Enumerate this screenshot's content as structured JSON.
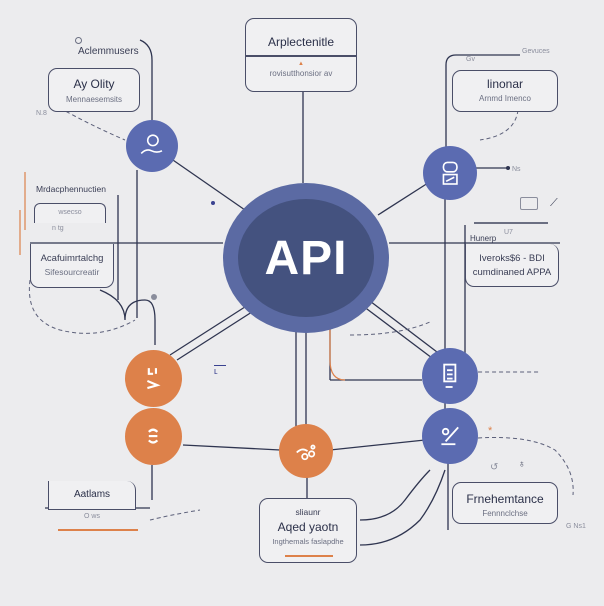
{
  "diagram": {
    "center": {
      "label": "API"
    },
    "colors": {
      "primary": "#5b6bb1",
      "center_outer": "#5b6aa3",
      "center_inner": "#44527f",
      "accent": "#dd814a",
      "background": "#ececee",
      "line": "#2f3550"
    },
    "top_box": {
      "title": "Arplectenitle",
      "subtitle": "rovisutthonsior av",
      "marker": "▲"
    },
    "top_left": {
      "heading": "Aclemmusers",
      "box_title": "Ay Olity",
      "box_subtitle": "Mennaesemsits",
      "note": "N.8"
    },
    "left_middle": {
      "heading": "Mrdacphennuctien",
      "tab_label": "wsecso",
      "tab_sub": "n tg",
      "box_title": "Acafuimrtalchg",
      "box_subtitle": "Sifesourcreatir"
    },
    "top_right": {
      "tag": "Gevuces",
      "tag_sub": "Gv",
      "box_title": "linonar",
      "box_subtitle": "Arnmd Imenco",
      "note": "Ns"
    },
    "right_middle": {
      "heading": "Hunerp",
      "num": "U7",
      "box_line1": "Iveroks$6 - BDI",
      "box_line2": "cumdinaned APPA"
    },
    "bottom_center": {
      "eyebrow": "sliaunr",
      "box_title": "Aqed yaotn",
      "box_subtitle": "Ingthemals faslapdhe"
    },
    "bottom_left": {
      "label": "Aatlams",
      "note": "O ws"
    },
    "bottom_right": {
      "box_title": "Frnehemtance",
      "box_subtitle": "Fennnclchse",
      "note": "G Ns1"
    },
    "nodes": [
      {
        "id": "user-node",
        "color": "blue",
        "icon": "person-icon"
      },
      {
        "id": "mobile-node",
        "color": "blue",
        "icon": "device-icon"
      },
      {
        "id": "server-node",
        "color": "blue",
        "icon": "server-icon"
      },
      {
        "id": "edit-node",
        "color": "blue",
        "icon": "edit-icon"
      },
      {
        "id": "code-node-1",
        "color": "orange",
        "icon": "code-icon"
      },
      {
        "id": "code-node-2",
        "color": "orange",
        "icon": "gear-icon"
      },
      {
        "id": "bottom-node",
        "color": "orange",
        "icon": "link-icon"
      }
    ]
  }
}
